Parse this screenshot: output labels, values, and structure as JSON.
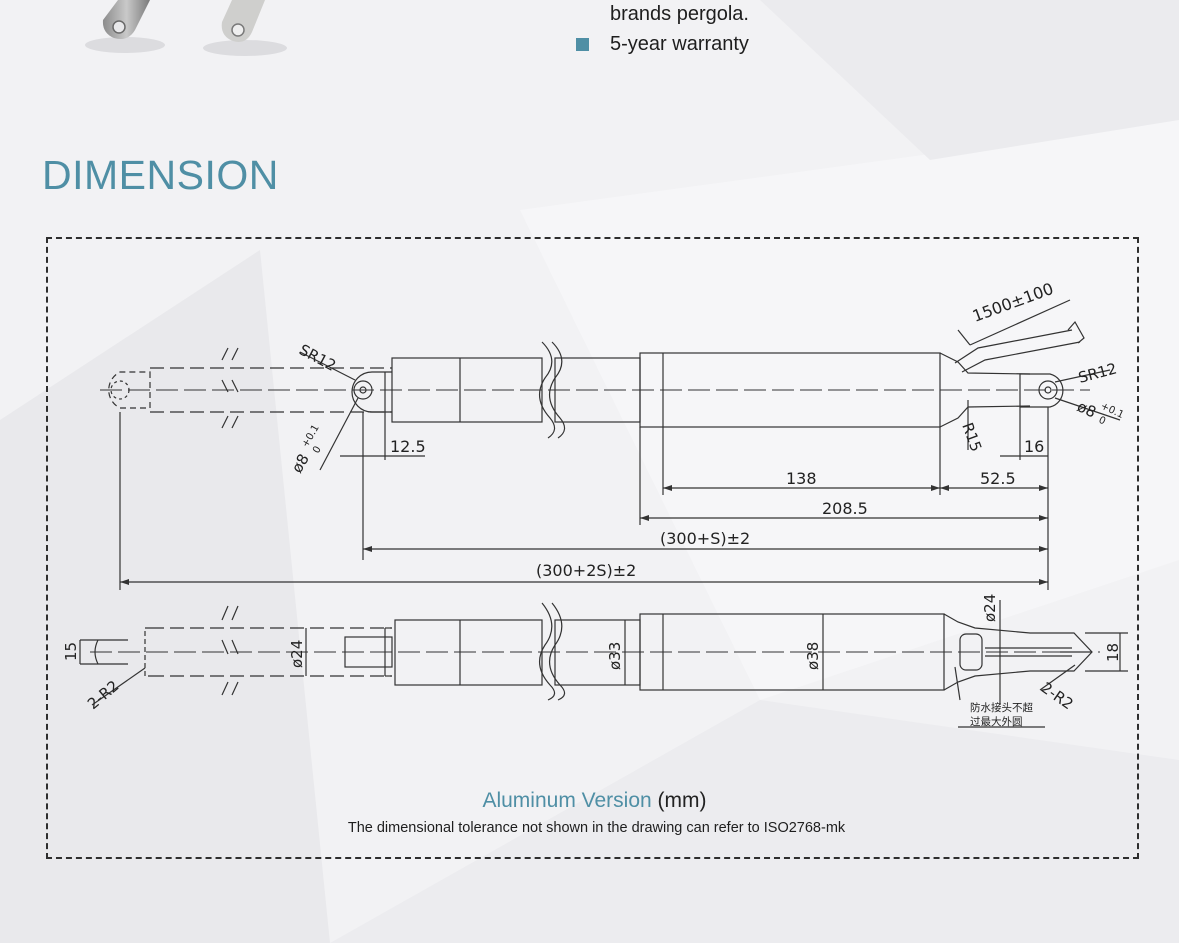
{
  "features": {
    "line_continued": "brands pergola.",
    "warranty": "5-year warranty"
  },
  "section": {
    "title": "DIMENSION"
  },
  "colors": {
    "accent": "#4f8fa5",
    "line": "#333333",
    "background": "#f2f2f4"
  },
  "drawing": {
    "top_view": {
      "sr_left": "SR12",
      "sr_right": "SR12",
      "pin_left": "ø8",
      "pin_left_tol_plus": "+0.1",
      "pin_left_tol_minus": "0",
      "pin_right": "ø8",
      "pin_right_tol_plus": "+0.1",
      "pin_right_tol_minus": "0",
      "cable": "1500±100",
      "radius": "R15",
      "dim_12_5": "12.5",
      "dim_16": "16",
      "dim_138": "138",
      "dim_52_5": "52.5",
      "dim_208_5": "208.5",
      "dim_300s": "(300+S)±2",
      "dim_300_2s": "(300+2S)±2"
    },
    "side_view": {
      "dim_15": "15",
      "r2_left": "2-R2",
      "d24_rod": "ø24",
      "d33": "ø33",
      "d38": "ø38",
      "d24_end": "ø24",
      "dim_18": "18",
      "r2_right": "2-R2",
      "note_line1": "防水接头不超",
      "note_line2": "过最大外圆"
    }
  },
  "caption": {
    "version_label": "Aluminum Version",
    "unit": "(mm)",
    "tolerance_note": "The dimensional tolerance not shown in the drawing can refer to ISO2768-mk"
  }
}
